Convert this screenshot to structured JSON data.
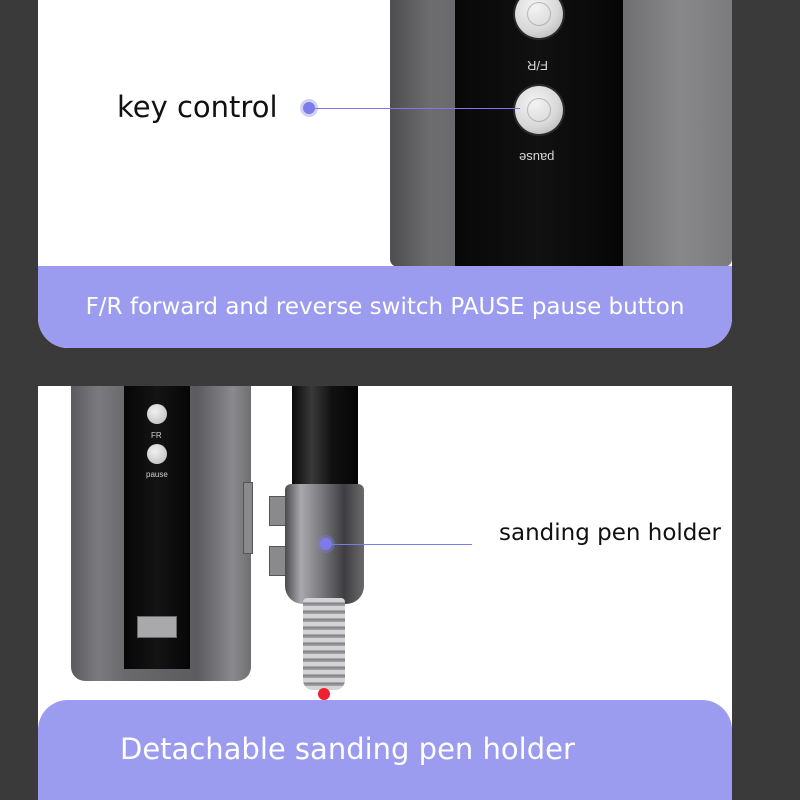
{
  "panel_top": {
    "callout_label": "key control",
    "button_fr_label": "F/R",
    "button_pause_label": "pause",
    "caption": "F/R forward and reverse switch PAUSE pause button"
  },
  "panel_bottom": {
    "button_fr_label": "FR",
    "button_pause_label": "pause",
    "callout_label": "sanding pen holder",
    "caption": "Detachable sanding pen holder"
  },
  "colors": {
    "accent_band": "#9b9cf0",
    "callout": "#7b7bea",
    "background": "#3a3a3a",
    "pen_tip": "#ee2030"
  }
}
